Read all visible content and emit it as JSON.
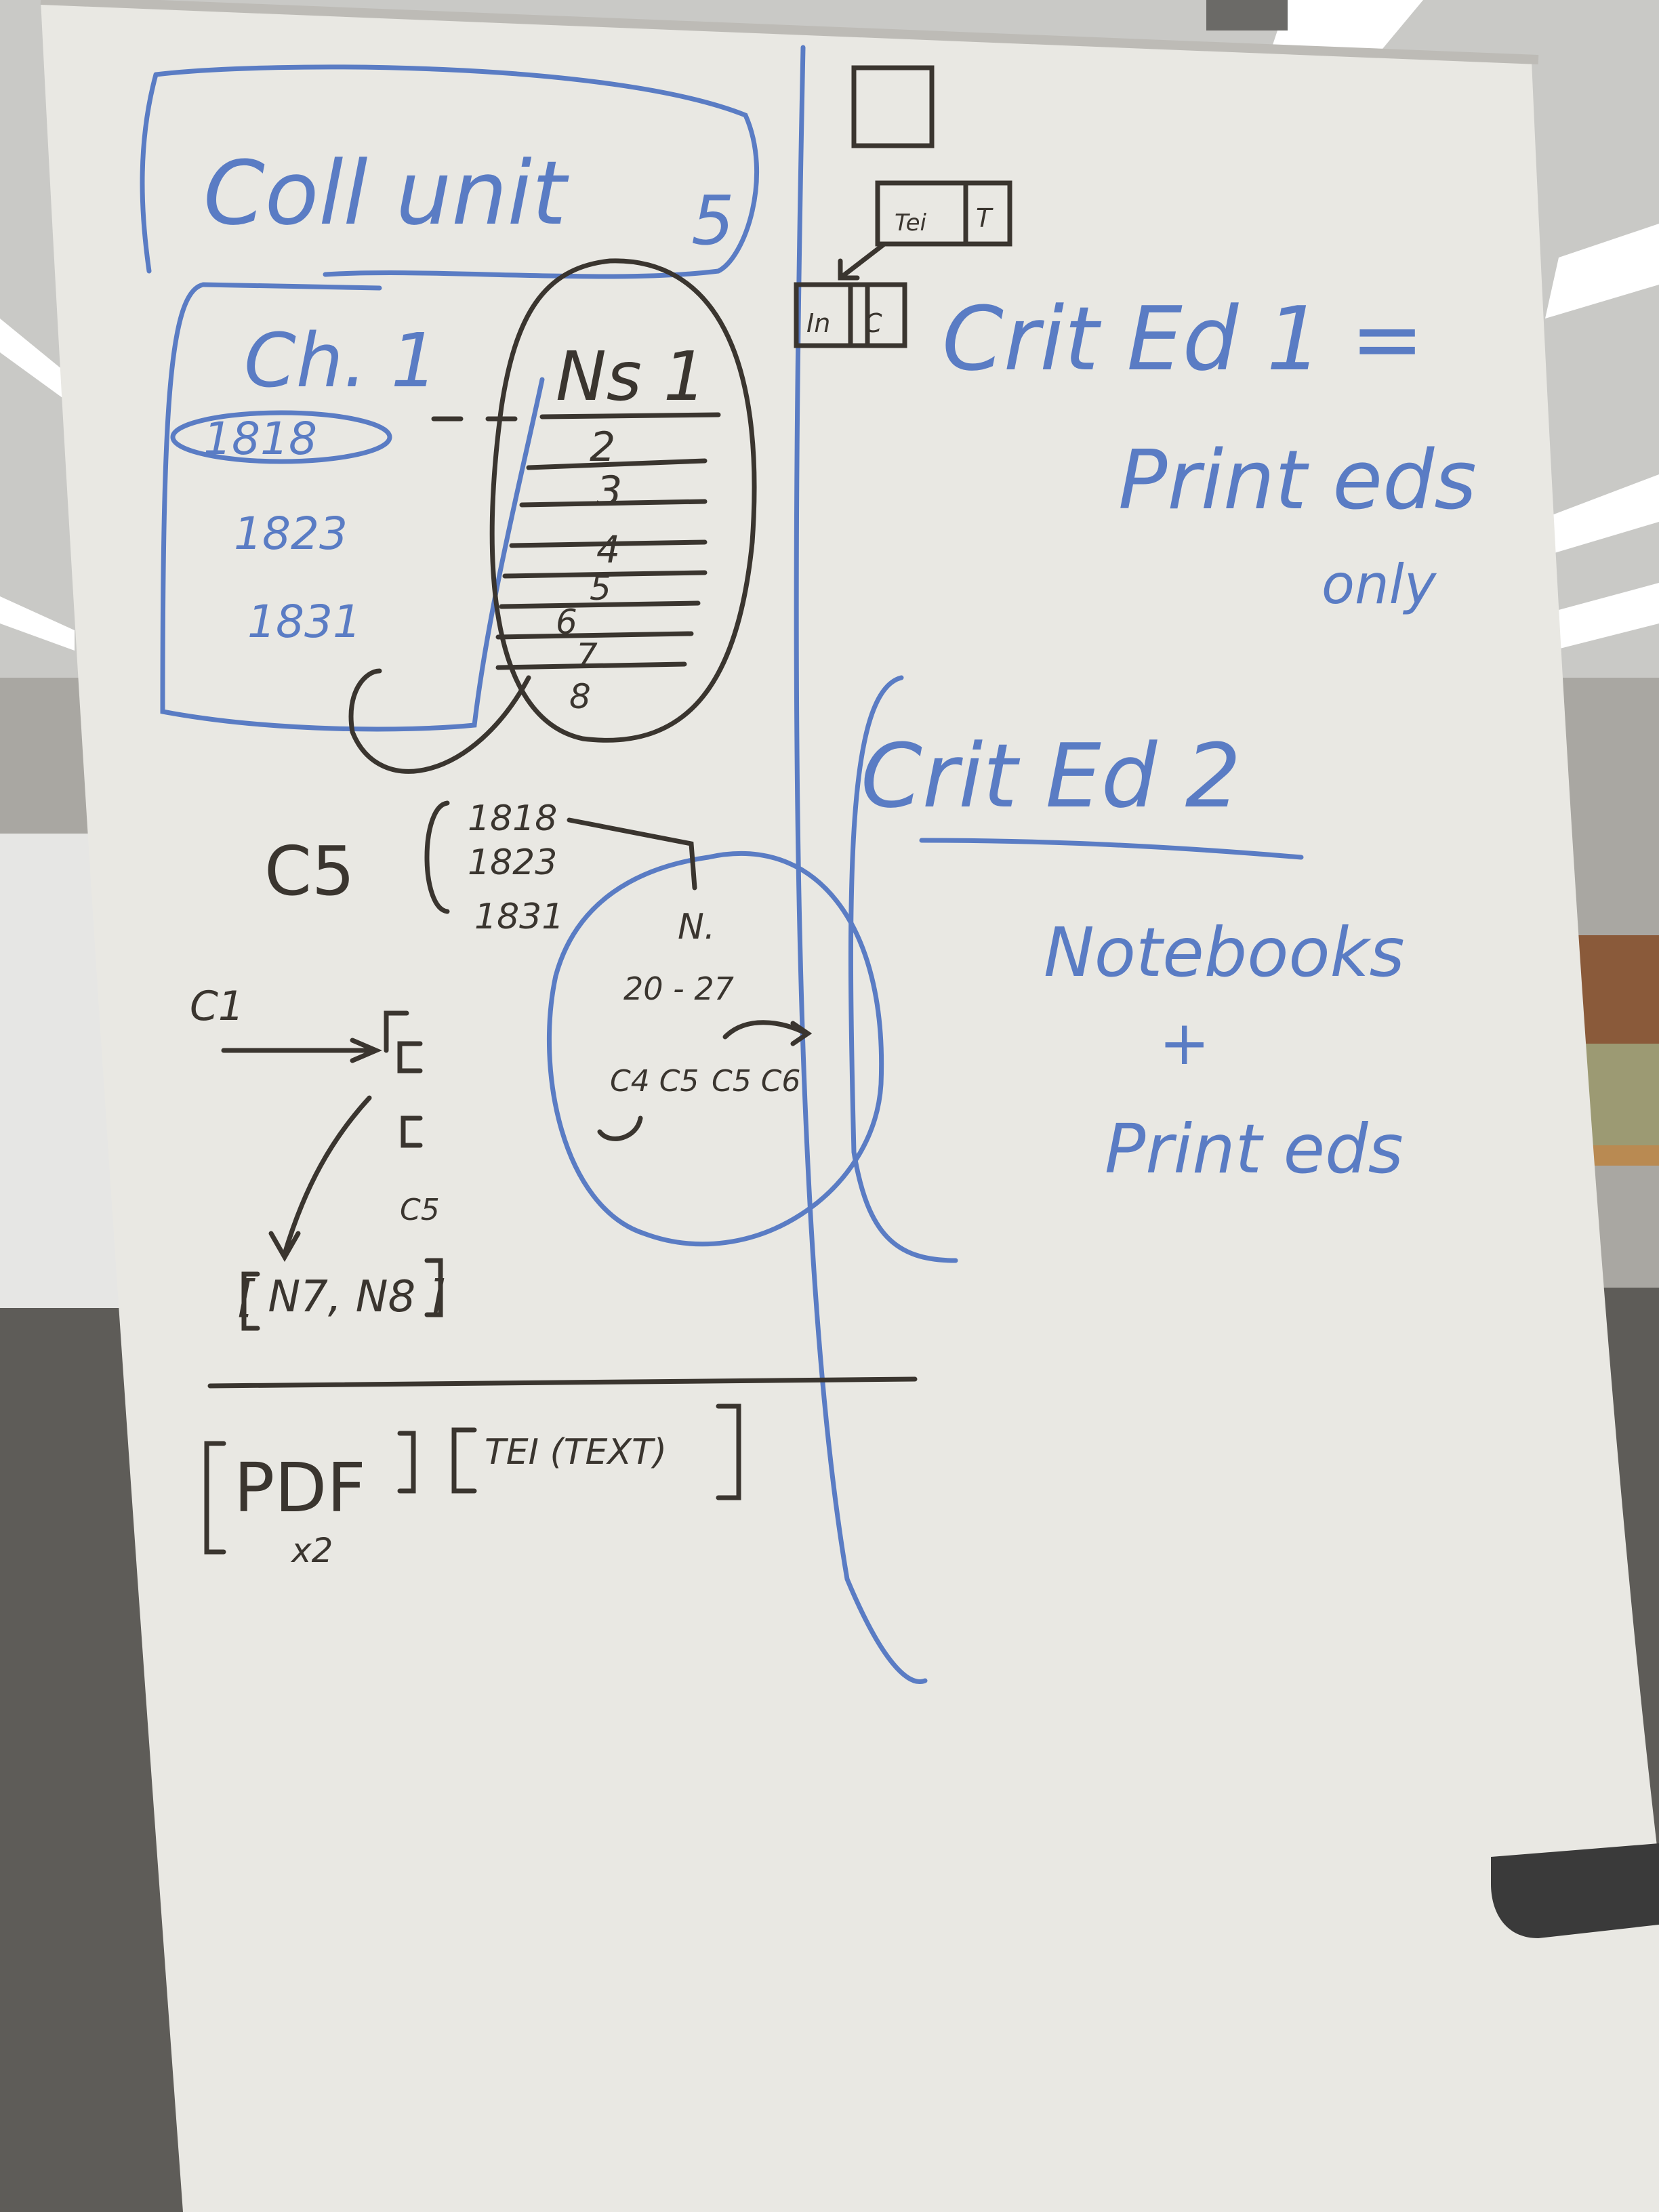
{
  "colors": {
    "blue_marker": "#5a7cc4",
    "black_marker": "#3a352f",
    "board": "#e9e8e3",
    "carpet": "#5e5c58",
    "ceiling": "#cfcfcf"
  },
  "board": {
    "left": {
      "coll_unit": "Coll unit",
      "coll_unit_num": "5",
      "ch_label": "Ch. 1",
      "ch_years": [
        "1818",
        "1823",
        "1831"
      ],
      "ns_label": "Ns 1",
      "ns_items": [
        "2",
        "3",
        "4",
        "5",
        "6",
        "7",
        "8"
      ],
      "c5_label": "C5",
      "c5_years": [
        "1818",
        "1823",
        "1831"
      ],
      "n_label": "N.",
      "range": "20 - 27",
      "codes_a": "C4 C5",
      "codes_b": "C5 C6",
      "c1_label": "C1",
      "c5_small": "C5",
      "n_list": "[ N7, N8 ]",
      "pdf": "PDF",
      "x2": "x2",
      "tei": "TEI (TEXT)"
    },
    "right": {
      "box_a": "Tei",
      "box_b": "T",
      "box_c": "In",
      "box_d": "C",
      "crit1": "Crit Ed 1 =",
      "print_only_1": "Print eds",
      "print_only_2": "only",
      "crit2": "Crit Ed 2",
      "notebooks": "Notebooks",
      "plus": "+",
      "print_eds": "Print eds"
    }
  }
}
